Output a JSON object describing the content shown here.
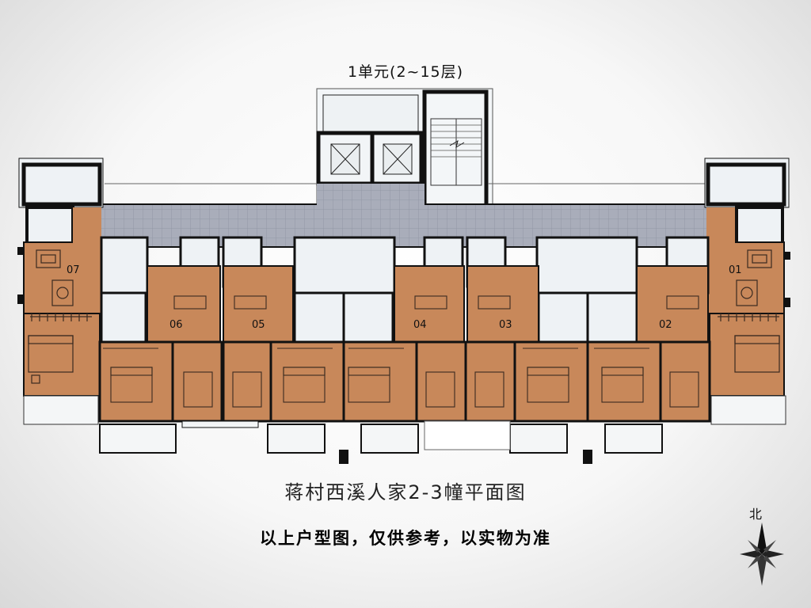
{
  "header": {
    "unit_title": "1单元(2~15层)"
  },
  "plan": {
    "title": "蒋村西溪人家2-3幢平面图",
    "disclaimer": "以上户型图，仅供参考，以实物为准",
    "north_label": "北",
    "units": [
      {
        "id": "07"
      },
      {
        "id": "06"
      },
      {
        "id": "05"
      },
      {
        "id": "04"
      },
      {
        "id": "03"
      },
      {
        "id": "02"
      },
      {
        "id": "01"
      }
    ]
  },
  "colors": {
    "wall": "#111111",
    "room": "#c8885a",
    "service_room": "#e8eef2",
    "corridor": "#a8acb8",
    "balcony": "#f4f6f7",
    "furniture": "#3a2a20"
  },
  "icons": {
    "compass": "compass-rose-icon",
    "elevator": "elevator-icon",
    "stair": "stair-icon"
  }
}
